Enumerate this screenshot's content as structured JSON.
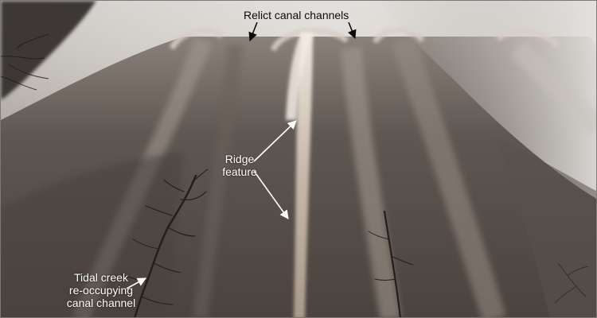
{
  "photo": {
    "subject": "aerial photograph of a tidal mudflat",
    "colors": {
      "sky_haze": "#c9c6c2",
      "mudflat": "#57504b",
      "ridge": "#bfb3a8",
      "creek": "#2b2622",
      "annotation_dark": "#0b0b0b",
      "annotation_light": "#ffffff"
    }
  },
  "annotations": {
    "relict_canal_channels": "Relict canal channels",
    "ridge_feature": [
      "Ridge",
      "feature"
    ],
    "tidal_creek": [
      "Tidal creek",
      "re-occupying",
      "canal channel"
    ]
  }
}
